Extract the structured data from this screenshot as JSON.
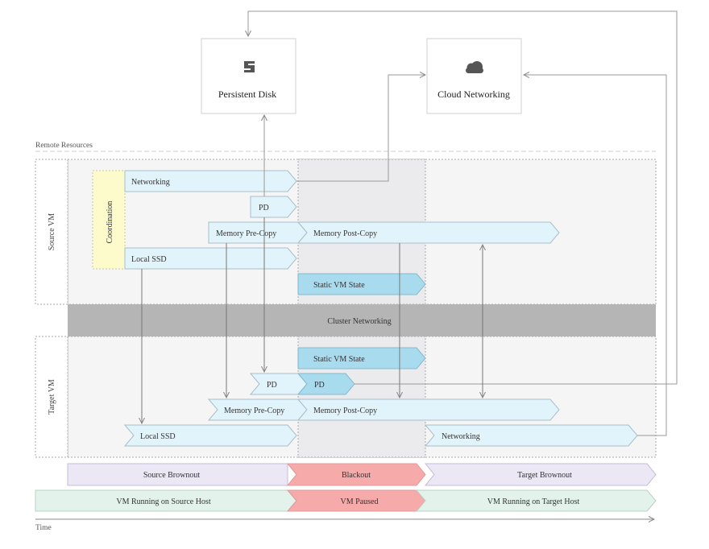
{
  "top_boxes": {
    "persistent_disk": {
      "label": "Persistent Disk",
      "icon": "persistent-disk-icon"
    },
    "cloud_networking": {
      "label": "Cloud Networking",
      "icon": "cloud-icon"
    }
  },
  "remote_resources_label": "Remote Resources",
  "source_vm": {
    "label": "Source VM",
    "coordination": "Coordination",
    "networking": "Networking",
    "pd": "PD",
    "memory_pre_copy": "Memory Pre-Copy",
    "memory_post_copy": "Memory Post-Copy",
    "local_ssd": "Local SSD",
    "static_vm_state": "Static VM State"
  },
  "cluster_networking": "Cluster Networking",
  "target_vm": {
    "label": "Target VM",
    "static_vm_state": "Static VM State",
    "pd_left": "PD",
    "pd_right": "PD",
    "memory_pre_copy": "Memory Pre-Copy",
    "memory_post_copy": "Memory Post-Copy",
    "local_ssd": "Local SSD",
    "networking": "Networking"
  },
  "phases": {
    "source_brownout": "Source Brownout",
    "blackout": "Blackout",
    "target_brownout": "Target Brownout"
  },
  "vm_states": {
    "running_source": "VM Running on Source Host",
    "paused": "VM Paused",
    "running_target": "VM Running on Target Host"
  },
  "time_label": "Time",
  "colors": {
    "light_blue": "#e2f4fb",
    "dark_blue": "#a9dbef",
    "coordination_yellow": "#fdfbcc",
    "cluster_gray": "#b5b5b5",
    "blackout_red": "#f6aaaa",
    "brownout_purple": "#ebe7f5",
    "running_green": "#e3f3ec"
  }
}
